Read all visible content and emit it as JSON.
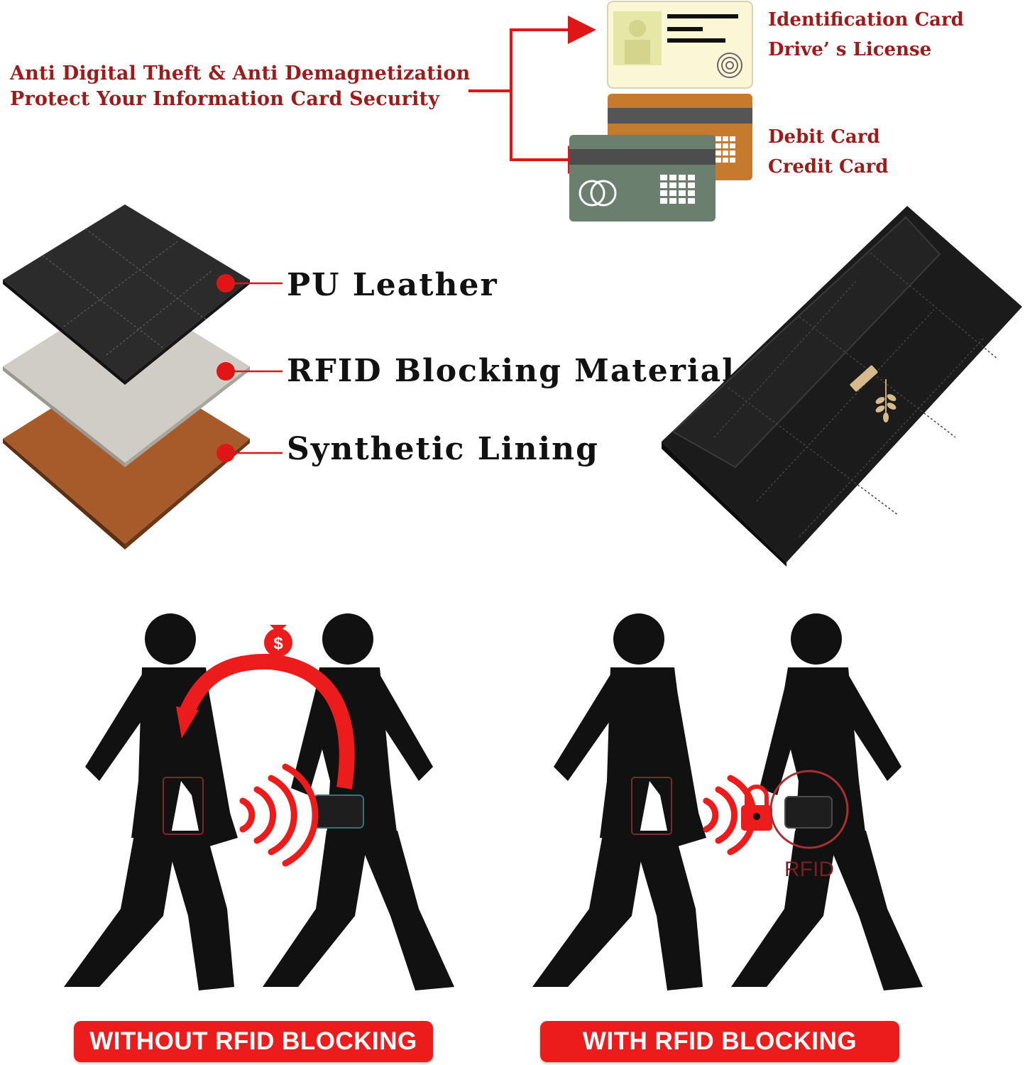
{
  "headline": {
    "line1": "Anti Digital Theft & Anti Demagnetization",
    "line2": "Protect Your Information Card Security"
  },
  "cards": {
    "id_card": {
      "line1": "Identification Card",
      "line2": "Drive’ s License"
    },
    "bank_card": {
      "line1": "Debit Card",
      "line2": "Credit Card"
    }
  },
  "layers": [
    {
      "label": "PU Leather",
      "color": "#2b2b2b"
    },
    {
      "label": "RFID Blocking Material",
      "color": "#cfcdc6"
    },
    {
      "label": "Synthetic Lining",
      "color": "#a85b2a"
    }
  ],
  "illustration": {
    "coin_symbol": "$",
    "rfid_tag": "RFID",
    "left_banner": "WITHOUT RFID BLOCKING",
    "right_banner": "WITH RFID BLOCKING"
  },
  "colors": {
    "accent_red": "#ec1c1c",
    "text_red": "#9c1b1b"
  },
  "icons": [
    "id-card-icon",
    "bank-card-icon",
    "wallet-icon",
    "money-bag-icon",
    "lock-icon",
    "rfid-wave-icon"
  ]
}
